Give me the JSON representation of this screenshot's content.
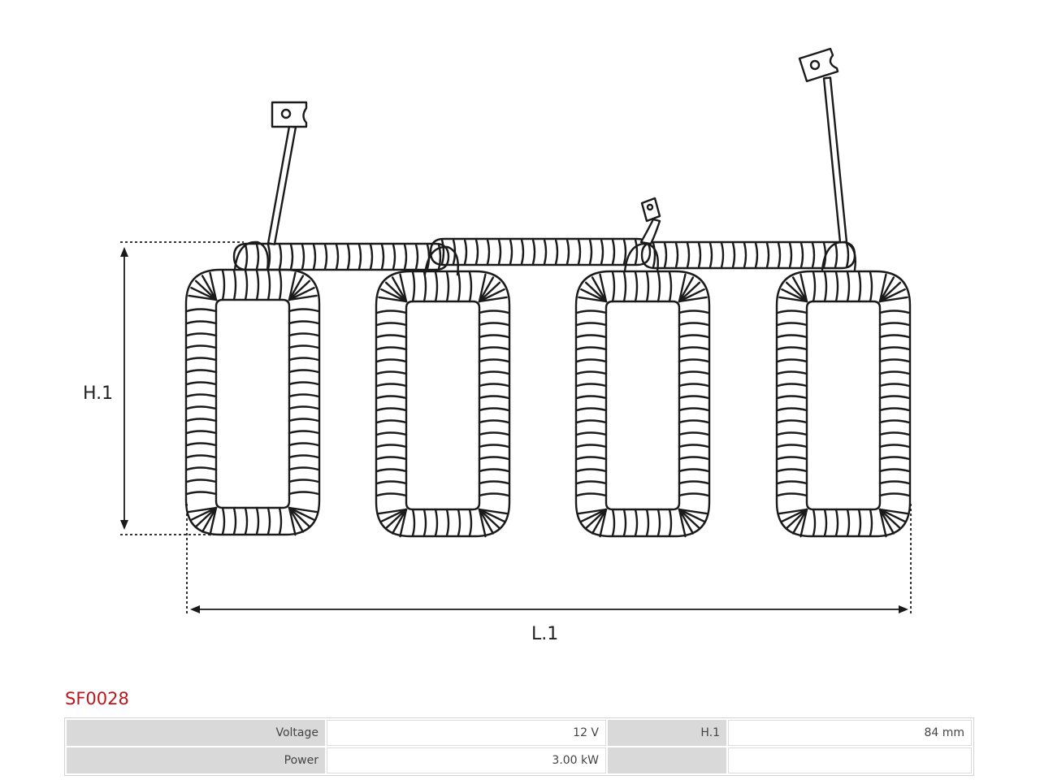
{
  "diagram": {
    "height_label": "H.1",
    "length_label": "L.1"
  },
  "product": {
    "code": "SF0028"
  },
  "specs": {
    "rows": [
      {
        "label1": "Voltage",
        "value1": "12 V",
        "label2": "H.1",
        "value2": "84 mm"
      },
      {
        "label1": "Power",
        "value1": "3.00 kW",
        "label2": "",
        "value2": ""
      }
    ]
  },
  "colors": {
    "accent": "#c0141c",
    "label_cell": "#d9d9d9",
    "line": "#1a1a1a"
  }
}
